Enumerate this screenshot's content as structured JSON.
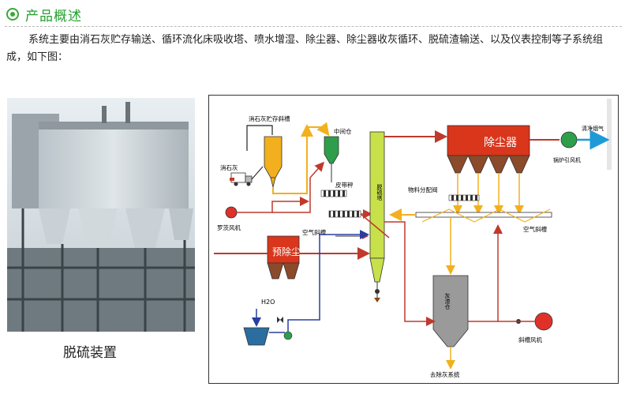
{
  "header": {
    "title": "产品概述"
  },
  "intro": {
    "text": "系统主要由消石灰贮存输送、循环流化床吸收塔、喷水增湿、除尘器、除尘器收灰循环、脱硫渣输送、以及仪表控制等子系统组成，如下图："
  },
  "photo": {
    "caption": "脱硫装置"
  },
  "diagram": {
    "labels": {
      "lime_silo": "消石灰贮存斜槽",
      "lime": "消石灰",
      "mid_bin": "中间仓",
      "belt_scale": "皮带秤",
      "roots_fan": "罗茨风机",
      "air_chute_left": "空气斜槽",
      "pre_collector": "预除尘",
      "tower": "脱硫塔",
      "collector": "除尘器",
      "clean_gas": "清净烟气",
      "id_fan": "锅炉引风机",
      "distributor": "物料分配阀",
      "air_chute_right": "空气斜槽",
      "ash_bin": "灰渣仓",
      "chute_fan": "斜槽风机",
      "ash_disposal": "去除灰系统",
      "water": "H2O"
    },
    "colors": {
      "flue_red": "#c0392b",
      "collector_red": "#d9361c",
      "yellow": "#f2b01e",
      "tower_green": "#c8e04a",
      "water_blue": "#2a3ea0",
      "clean_cyan": "#1e9bd7",
      "fan_red": "#e0302a",
      "fan_green": "#2e9e4a"
    }
  }
}
